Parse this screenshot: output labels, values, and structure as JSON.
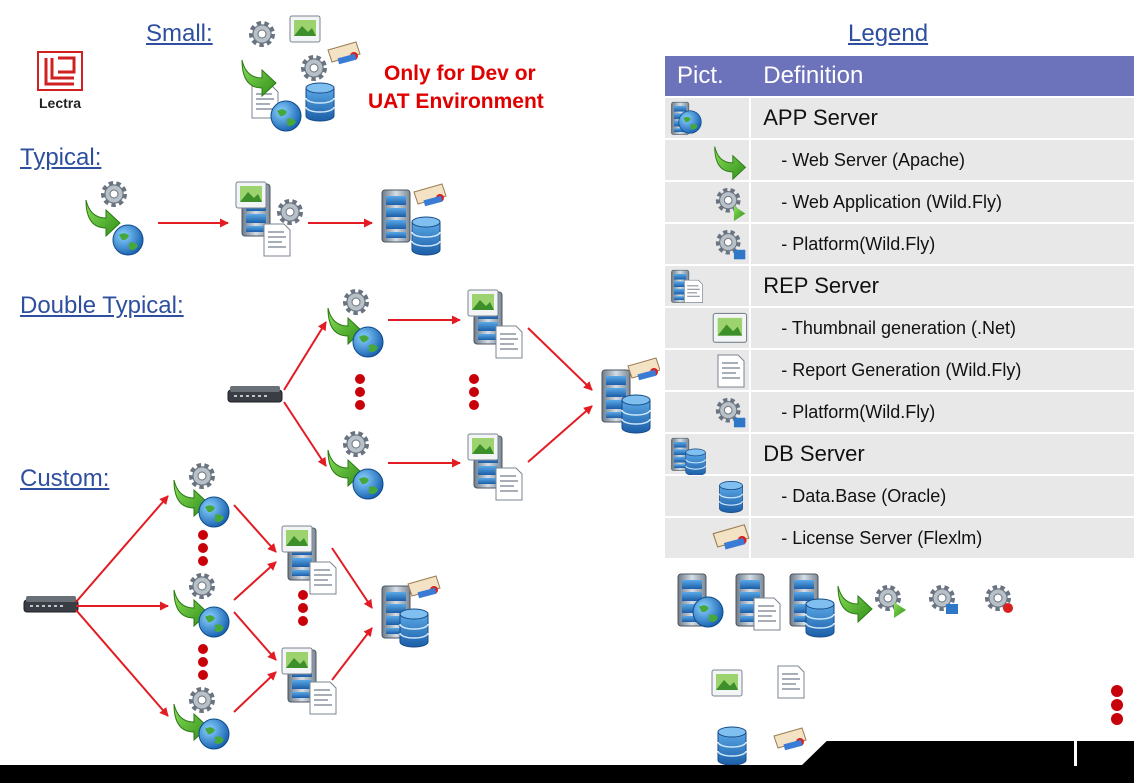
{
  "logo": {
    "text": "Lectra"
  },
  "sections": {
    "small": "Small:",
    "typical": "Typical:",
    "double_typical": "Double Typical:",
    "custom": "Custom:"
  },
  "warning": {
    "line1": "Only for Dev or",
    "line2": "UAT Environment"
  },
  "legend": {
    "title": "Legend",
    "headers": {
      "pict": "Pict.",
      "definition": "Definition"
    },
    "rows": [
      {
        "type": "group",
        "label": "APP Server",
        "icon": "app-server-icon"
      },
      {
        "type": "item",
        "label": "- Web Server (Apache)",
        "icon": "web-server-arrow-icon"
      },
      {
        "type": "item",
        "label": "- Web Application (Wild.Fly)",
        "icon": "web-application-gear-icon"
      },
      {
        "type": "item",
        "label": "- Platform(Wild.Fly)",
        "icon": "platform-gear-icon"
      },
      {
        "type": "group",
        "label": "REP Server",
        "icon": "rep-server-icon"
      },
      {
        "type": "item",
        "label": "- Thumbnail generation (.Net)",
        "icon": "thumbnail-icon"
      },
      {
        "type": "item",
        "label": "- Report Generation (Wild.Fly)",
        "icon": "report-icon"
      },
      {
        "type": "item",
        "label": "- Platform(Wild.Fly)",
        "icon": "platform-gear-icon"
      },
      {
        "type": "group",
        "label": "DB Server",
        "icon": "db-server-icon"
      },
      {
        "type": "item",
        "label": "- Data.Base (Oracle)",
        "icon": "database-icon"
      },
      {
        "type": "item",
        "label": "- License Server (Flexlm)",
        "icon": "license-icon"
      }
    ]
  },
  "colors": {
    "heading": "#2e4fa0",
    "warning": "#e00000",
    "legend_header": "#6d73bb",
    "legend_cell": "#e8e8e8",
    "arrow": "#e31b23",
    "dot": "#c8000a"
  }
}
